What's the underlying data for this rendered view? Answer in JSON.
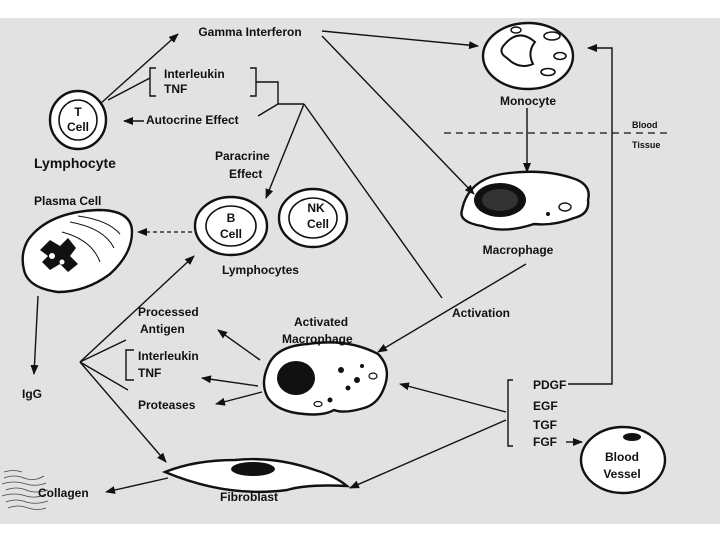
{
  "labels": {
    "gamma_interferon": "Gamma Interferon",
    "interleukin_top": "Interleukin",
    "tnf_top": "TNF",
    "autocrine_effect": "Autocrine Effect",
    "t_cell_t": "T",
    "t_cell_cell": "Cell",
    "lymphocyte": "Lymphocyte",
    "paracrine": "Paracrine",
    "effect": "Effect",
    "plasma_cell": "Plasma Cell",
    "b_cell_b": "B",
    "b_cell_cell": "Cell",
    "nk_cell_nk": "NK",
    "nk_cell_cell": "Cell",
    "lymphocytes": "Lymphocytes",
    "monocyte": "Monocyte",
    "blood": "Blood",
    "tissue": "Tissue",
    "macrophage": "Macrophage",
    "activation": "Activation",
    "processed": "Processed",
    "antigen": "Antigen",
    "activated": "Activated",
    "activated_macrophage": "Macrophage",
    "interleukin_bottom": "Interleukin",
    "tnf_bottom": "TNF",
    "proteases": "Proteases",
    "igg": "IgG",
    "pdgf": "PDGF",
    "egf": "EGF",
    "tgf": "TGF",
    "fgf": "FGF",
    "blood_vessel_1": "Blood",
    "blood_vessel_2": "Vessel",
    "collagen": "Collagen",
    "fibroblast": "Fibroblast"
  },
  "colors": {
    "background": "#e2e2e2",
    "ink": "#111111",
    "nucleus": "#111111"
  }
}
